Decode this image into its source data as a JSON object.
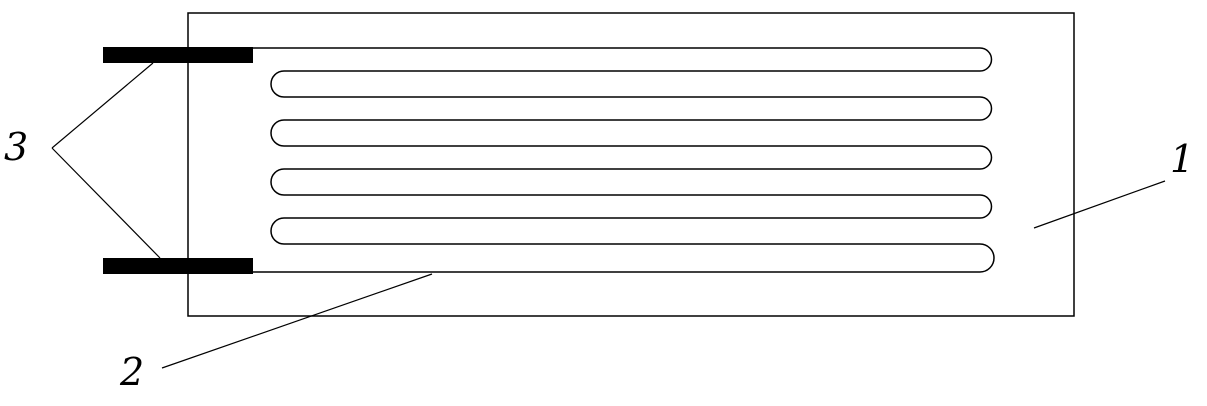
{
  "labels": {
    "substrate": "1",
    "conductor": "2",
    "terminals": "3"
  },
  "colors": {
    "stroke": "#000000",
    "terminal_fill": "#000000",
    "background": "#ffffff"
  }
}
